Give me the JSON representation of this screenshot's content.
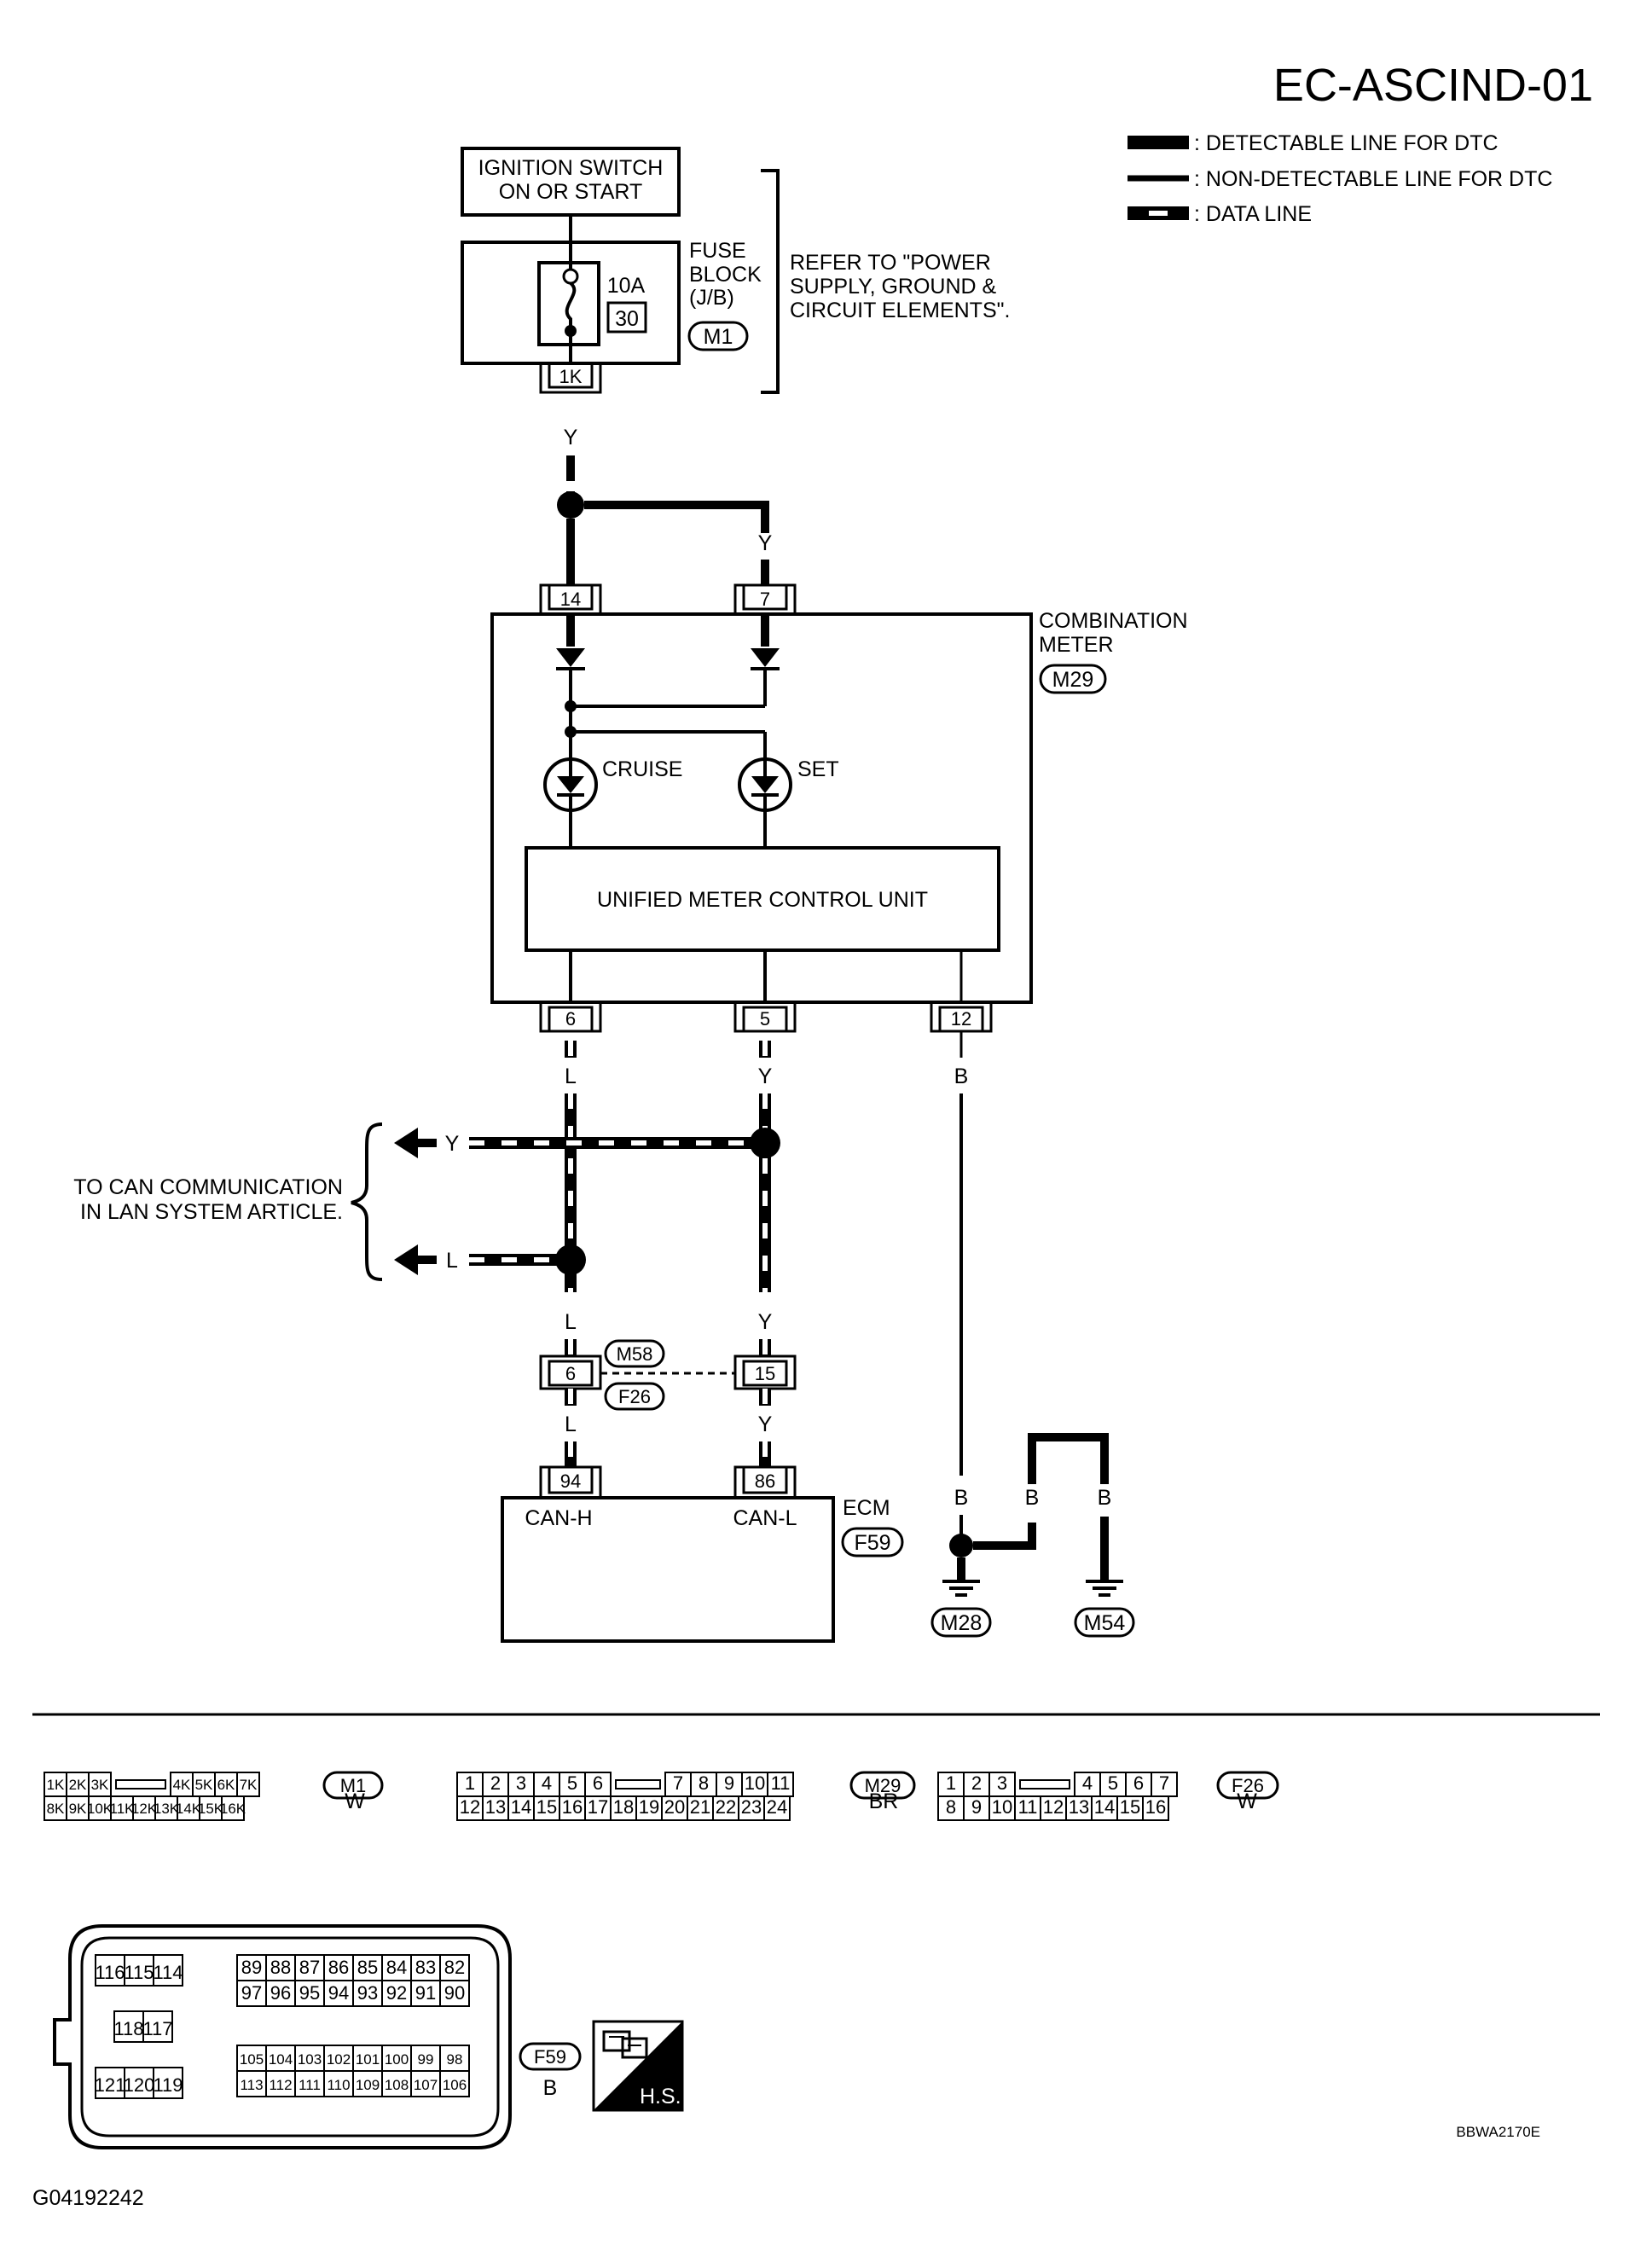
{
  "page_title": "EC-ASCIND-01",
  "legend": {
    "detectable": ": DETECTABLE LINE FOR DTC",
    "non_detectable": ": NON-DETECTABLE LINE FOR DTC",
    "data_line": ": DATA LINE"
  },
  "ignition": {
    "line1": "IGNITION SWITCH",
    "line2": "ON OR START"
  },
  "fuse_block": {
    "line1": "FUSE",
    "line2": "BLOCK",
    "line3": "(J/B)",
    "amps": "10A",
    "fuse_no": "30",
    "connector": "M1",
    "terminal": "1K"
  },
  "refer_note": {
    "line1": "REFER TO  \"POWER",
    "line2": "SUPPLY, GROUND &",
    "line3": "CIRCUIT ELEMENTS\"."
  },
  "combination_meter": {
    "line1": "COMBINATION",
    "line2": "METER",
    "connector": "M29",
    "pins_top": [
      "14",
      "7"
    ],
    "pins_bottom": [
      "6",
      "5",
      "12"
    ],
    "lamps": [
      "CRUISE",
      "SET"
    ],
    "unit": "UNIFIED METER CONTROL UNIT"
  },
  "wire_colors": {
    "y1": "Y",
    "y2": "Y",
    "l_out": "L",
    "y_out": "Y",
    "b_out": "B",
    "branch_y": "Y",
    "branch_l": "L",
    "l_mid": "L",
    "y_mid": "Y",
    "l_low": "L",
    "y_low": "Y",
    "b_g1": "B",
    "b_g2": "B",
    "b_g3": "B"
  },
  "can_note": {
    "line1": "TO CAN COMMUNICATION",
    "line2": "IN LAN SYSTEM ARTICLE."
  },
  "joint": {
    "pin_l": "6",
    "pin_r": "15",
    "conn_top": "M58",
    "conn_bot": "F26"
  },
  "ecm": {
    "label": "ECM",
    "connector": "F59",
    "pins": [
      "94",
      "86"
    ],
    "can_h": "CAN-H",
    "can_l": "CAN-L"
  },
  "grounds": [
    "M28",
    "M54"
  ],
  "connectors": {
    "m1": {
      "name": "M1",
      "color": "W",
      "row1": [
        "1K",
        "2K",
        "3K",
        "",
        "4K",
        "5K",
        "6K",
        "7K"
      ],
      "row2": [
        "8K",
        "9K",
        "10K",
        "11K",
        "12K",
        "13K",
        "14K",
        "15K",
        "16K"
      ]
    },
    "m29": {
      "name": "M29",
      "color": "BR",
      "row1": [
        "1",
        "2",
        "3",
        "4",
        "5",
        "6",
        "",
        "7",
        "8",
        "9",
        "10",
        "11"
      ],
      "row2": [
        "12",
        "13",
        "14",
        "15",
        "16",
        "17",
        "18",
        "19",
        "20",
        "21",
        "22",
        "23",
        "24"
      ]
    },
    "f26": {
      "name": "F26",
      "color": "W",
      "row1": [
        "1",
        "2",
        "3",
        "",
        "4",
        "5",
        "6",
        "7"
      ],
      "row2": [
        "8",
        "9",
        "10",
        "11",
        "12",
        "13",
        "14",
        "15",
        "16"
      ]
    },
    "f59": {
      "name": "F59",
      "color": "B",
      "row_a": [
        "116",
        "115",
        "114"
      ],
      "row_b": [
        "118",
        "117"
      ],
      "row_c": [
        "121",
        "120",
        "119"
      ],
      "row_d": [
        "89",
        "88",
        "87",
        "86",
        "85",
        "84",
        "83",
        "82"
      ],
      "row_e": [
        "97",
        "96",
        "95",
        "94",
        "93",
        "92",
        "91",
        "90"
      ],
      "row_f": [
        "105",
        "104",
        "103",
        "102",
        "101",
        "100",
        "99",
        "98"
      ],
      "row_g": [
        "113",
        "112",
        "111",
        "110",
        "109",
        "108",
        "107",
        "106"
      ]
    }
  },
  "hs_badge": "H.S.",
  "figure_code": "BBWA2170E",
  "image_id": "G04192242"
}
